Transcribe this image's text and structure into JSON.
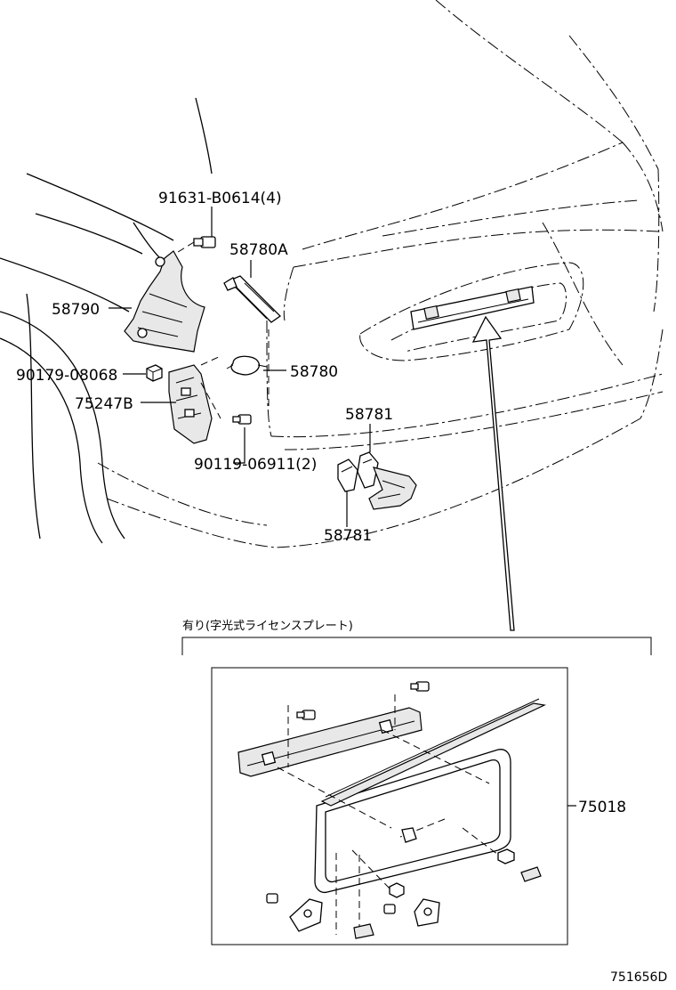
{
  "labels": {
    "p91631": "91631-B0614(4)",
    "p58780A": "58780A",
    "p58790": "58790",
    "p58780": "58780",
    "p90179": "90179-08068",
    "p75247B": "75247B",
    "p58781a": "58781",
    "p90119": "90119-06911(2)",
    "p58781b": "58781",
    "p75018": "75018"
  },
  "inset": {
    "caption": "有り(字光式ライセンスプレート)"
  },
  "footer": {
    "code": "751656D"
  }
}
